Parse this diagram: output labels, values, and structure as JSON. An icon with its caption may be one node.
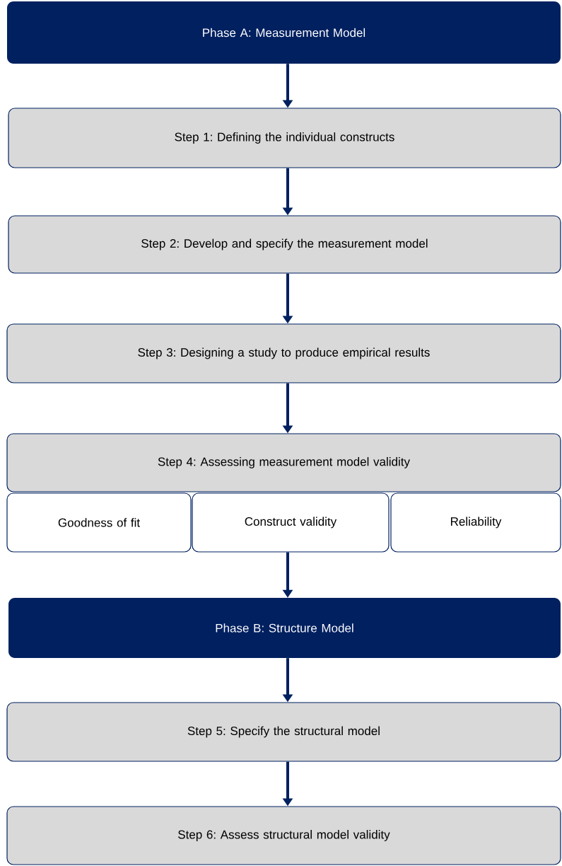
{
  "diagram": {
    "nodes": [
      {
        "text": [
          "Phase A: Measurement Model"
        ]
      },
      {
        "text": [
          "Step 1: Defining the individual constructs"
        ]
      },
      {
        "text": [
          "Step 2: Develop and specify the measurement model"
        ]
      },
      {
        "text": [
          "Step 3: Designing a study to produce empirical results"
        ]
      },
      {
        "text": [
          "Step 4: Assessing measurement model validity"
        ]
      },
      {
        "text": [
          "Goodness of fit"
        ]
      },
      {
        "text": [
          "Construct validity"
        ]
      },
      {
        "text": [
          "Reliability"
        ]
      },
      {
        "text": [
          "Phase B: Structure Model"
        ]
      },
      {
        "text": [
          "Step 5: Specify the structural model"
        ]
      },
      {
        "text": [
          "Step 6: Assess structural model validity"
        ]
      }
    ],
    "edges": [
      {
        "from": 0,
        "to": 1,
        "arrow": "to"
      },
      {
        "from": 1,
        "to": 2,
        "arrow": "to"
      },
      {
        "from": 2,
        "to": 3,
        "arrow": "to"
      },
      {
        "from": 3,
        "to": 4,
        "arrow": "to"
      },
      {
        "from": 6,
        "to": 8,
        "arrow": "to"
      },
      {
        "from": 8,
        "to": 9,
        "arrow": "to"
      },
      {
        "from": 9,
        "to": 10,
        "arrow": "to"
      }
    ]
  }
}
